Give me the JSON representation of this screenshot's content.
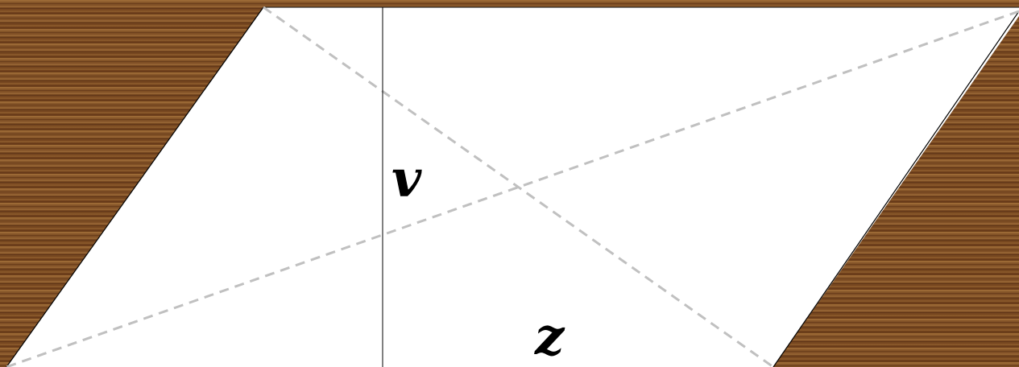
{
  "diagram": {
    "shape": "parallelogram",
    "labels": {
      "height": "v",
      "base": "z"
    },
    "colors": {
      "background": "#7a4a22",
      "shape_fill": "#ffffff",
      "outline": "#000000",
      "diagonals": "#c0c0c0"
    }
  }
}
